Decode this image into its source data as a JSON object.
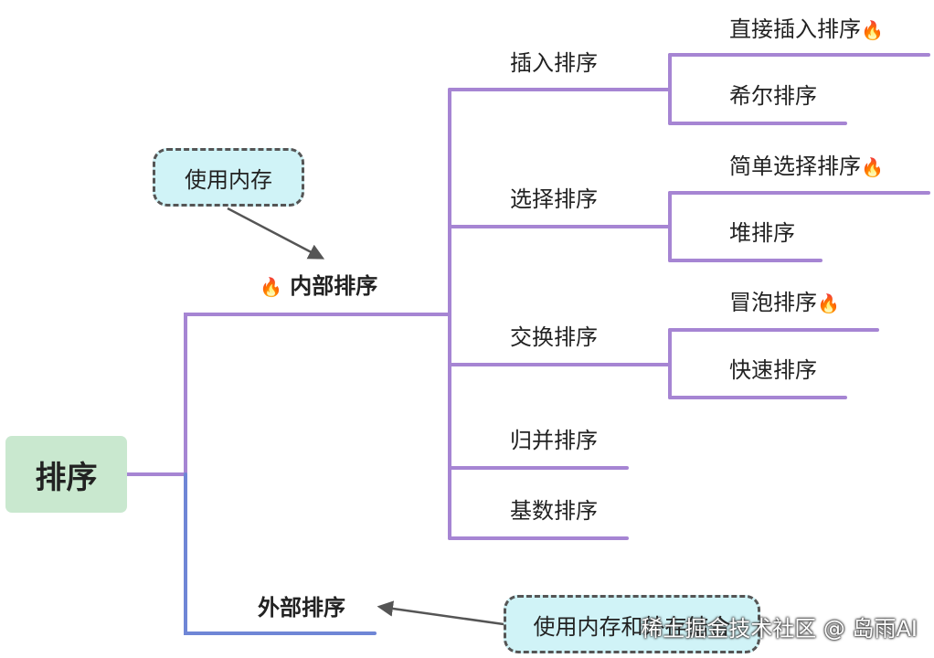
{
  "colors": {
    "branch_purple": "#a685d3",
    "branch_blue": "#6f86d6",
    "root_fill": "#c9e8cf",
    "note_fill": "#d0f3f7",
    "note_border": "#555555",
    "arrow": "#555555"
  },
  "icons": {
    "fire": "fire-icon"
  },
  "root": {
    "label": "排序"
  },
  "internal": {
    "label": "内部排序",
    "fire": "🔥",
    "children": [
      {
        "label": "插入排序",
        "children": [
          {
            "label": "直接插入排序",
            "fire": "🔥"
          },
          {
            "label": "希尔排序"
          }
        ]
      },
      {
        "label": "选择排序",
        "children": [
          {
            "label": "简单选择排序",
            "fire": "🔥"
          },
          {
            "label": "堆排序"
          }
        ]
      },
      {
        "label": "交换排序",
        "children": [
          {
            "label": "冒泡排序",
            "fire": "🔥"
          },
          {
            "label": "快速排序"
          }
        ]
      },
      {
        "label": "归并排序"
      },
      {
        "label": "基数排序"
      }
    ]
  },
  "external": {
    "label": "外部排序"
  },
  "notes": {
    "internal_note": "使用内存",
    "external_note": "使用内存和外存结合"
  },
  "watermark": "稀土掘金技术社区 @ 岛雨AI"
}
